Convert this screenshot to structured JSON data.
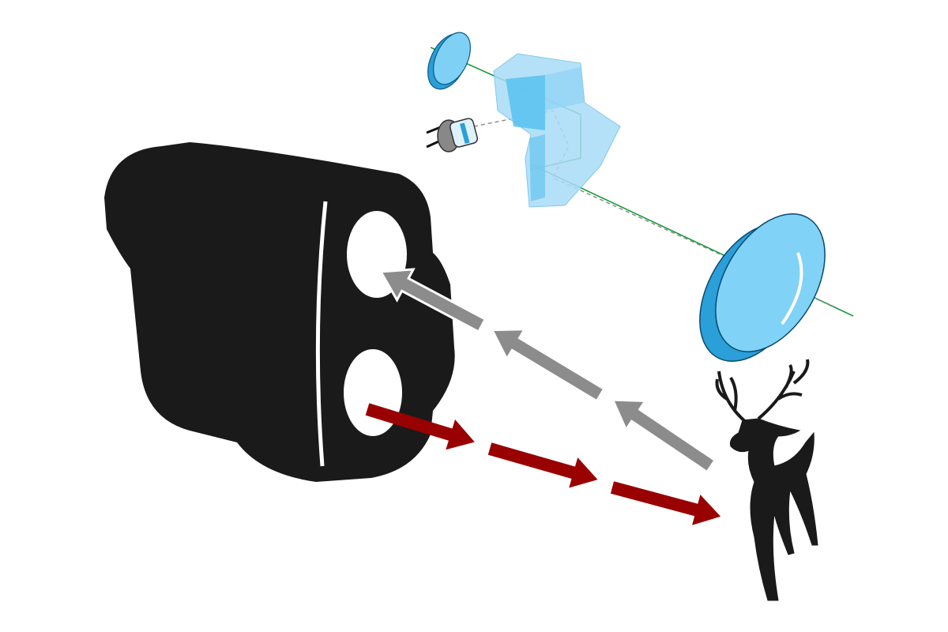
{
  "illustration": {
    "subject": "laser-rangefinder-optics",
    "colors": {
      "background": "#ffffff",
      "device_body": "#1a1a1a",
      "lens_fill": "#7fd0f5",
      "lens_edge": "#2a9fd8",
      "prism_fill": "#a9dcf7",
      "beam_line": "#1a9a3a",
      "return_arrow": "#8c8c8c",
      "outgoing_arrow": "#990000",
      "target_silhouette": "#1a1a1a"
    },
    "components": [
      "rangefinder",
      "objective-lens",
      "eyepiece-lens",
      "prism",
      "laser-diode",
      "outgoing-laser-arrows",
      "return-arrows",
      "deer-target"
    ]
  }
}
